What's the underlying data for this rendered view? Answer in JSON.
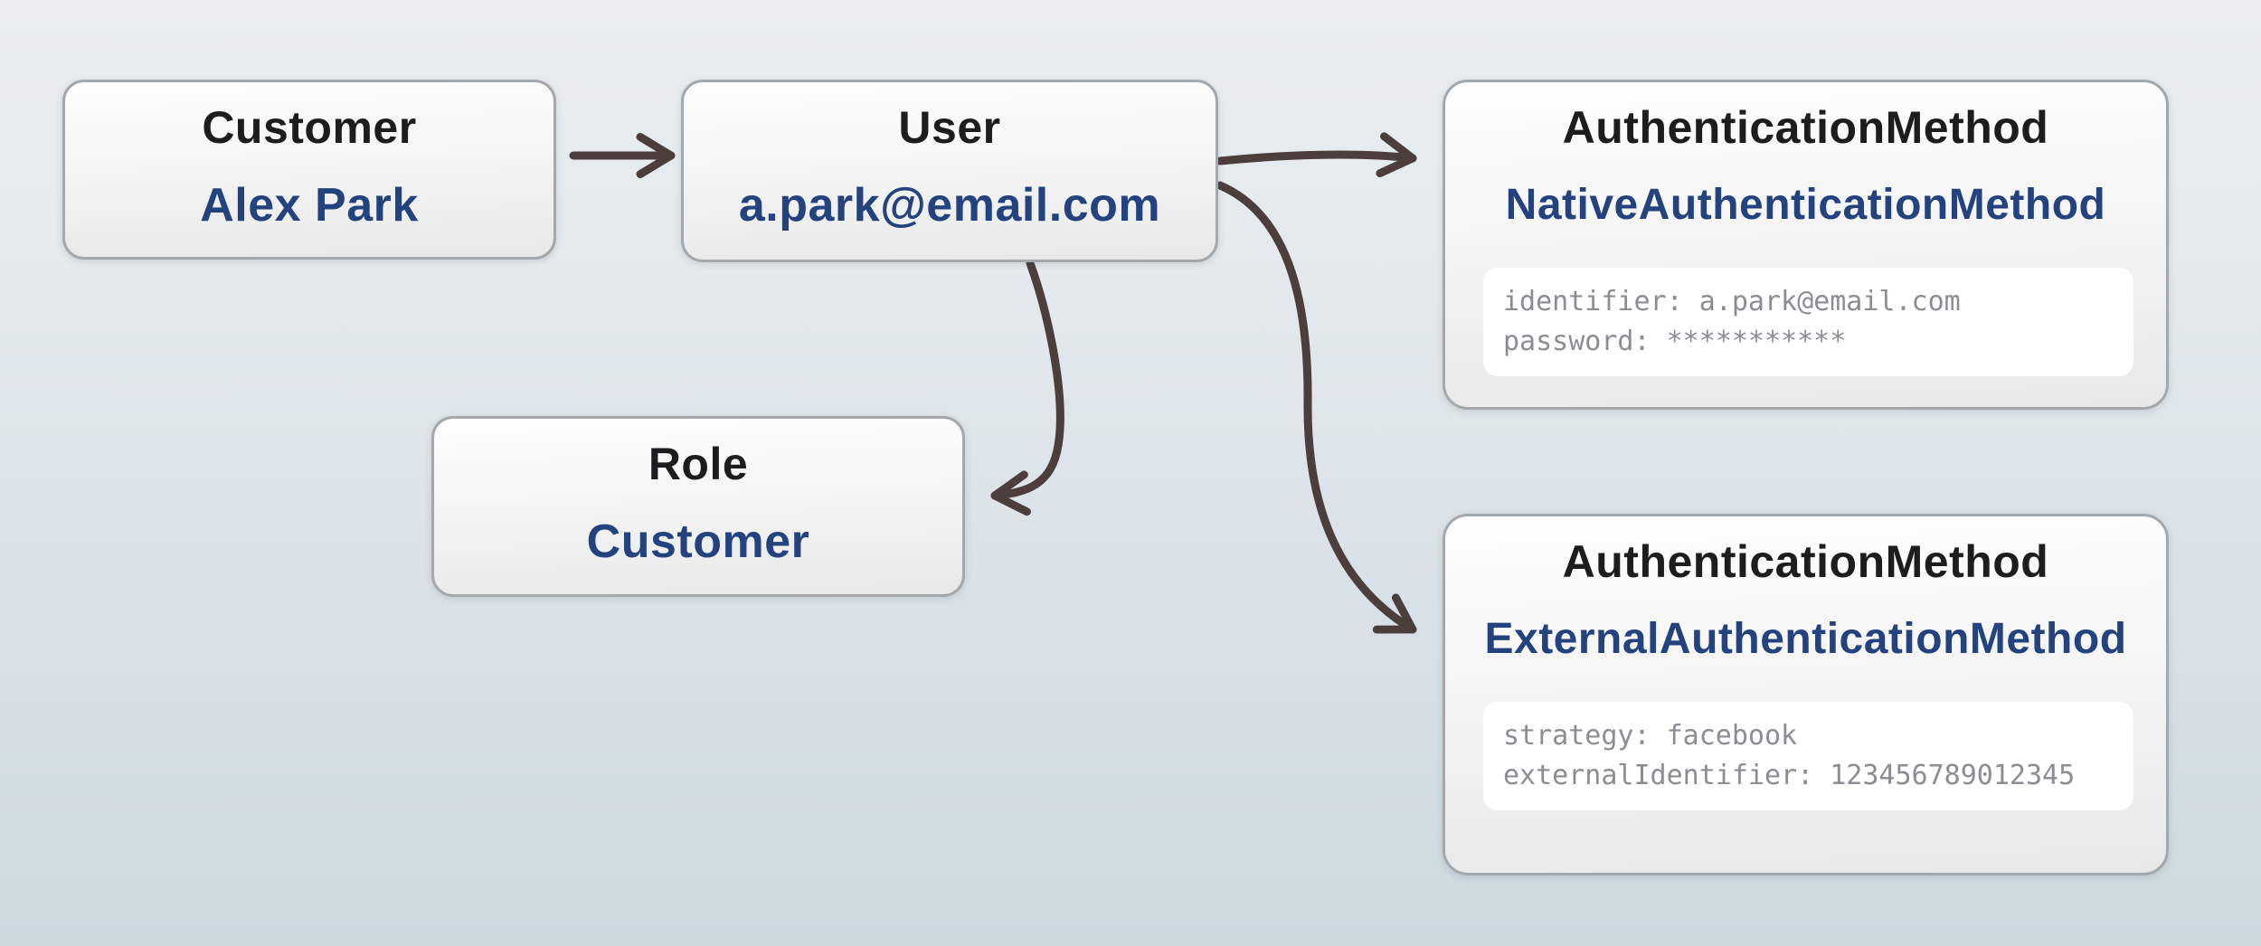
{
  "diagram": {
    "title": "",
    "nodes": {
      "customer": {
        "title": "Customer",
        "value": "Alex Park"
      },
      "user": {
        "title": "User",
        "value": "a.park@email.com"
      },
      "role": {
        "title": "Role",
        "value": "Customer"
      },
      "native_auth": {
        "title": "AuthenticationMethod",
        "value": "NativeAuthenticationMethod",
        "details": [
          "identifier: a.park@email.com",
          "password: ***********"
        ]
      },
      "external_auth": {
        "title": "AuthenticationMethod",
        "value": "ExternalAuthenticationMethod",
        "details": [
          "strategy: facebook",
          "externalIdentifier: 123456789012345"
        ]
      }
    },
    "edges": [
      {
        "from": "customer",
        "to": "user"
      },
      {
        "from": "user",
        "to": "native_auth"
      },
      {
        "from": "user",
        "to": "external_auth"
      },
      {
        "from": "user",
        "to": "role"
      }
    ],
    "colors": {
      "value_text": "#24427e",
      "title_text": "#1d1d1f",
      "detail_text": "#8a8e92",
      "arrow": "#4b3e3d",
      "node_border": "#a2a8ac",
      "background_top": "#eaeef1",
      "background_bottom": "#cdd8df"
    }
  }
}
